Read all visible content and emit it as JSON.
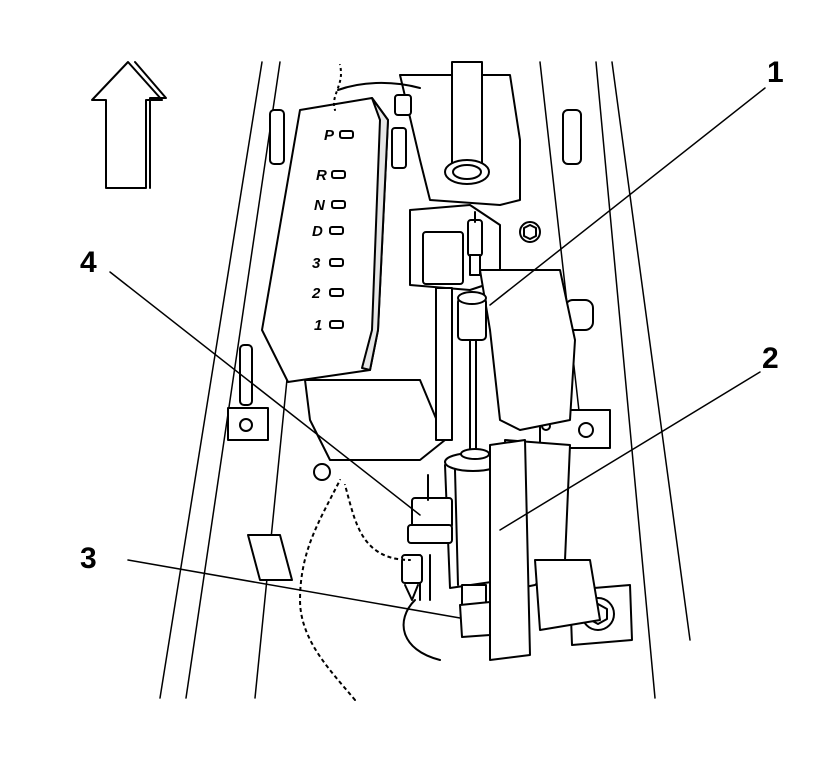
{
  "callouts": [
    {
      "id": "1",
      "label": "1"
    },
    {
      "id": "2",
      "label": "2"
    },
    {
      "id": "3",
      "label": "3"
    },
    {
      "id": "4",
      "label": "4"
    }
  ],
  "gear_positions": [
    "P",
    "R",
    "N",
    "D",
    "3",
    "2",
    "1"
  ]
}
